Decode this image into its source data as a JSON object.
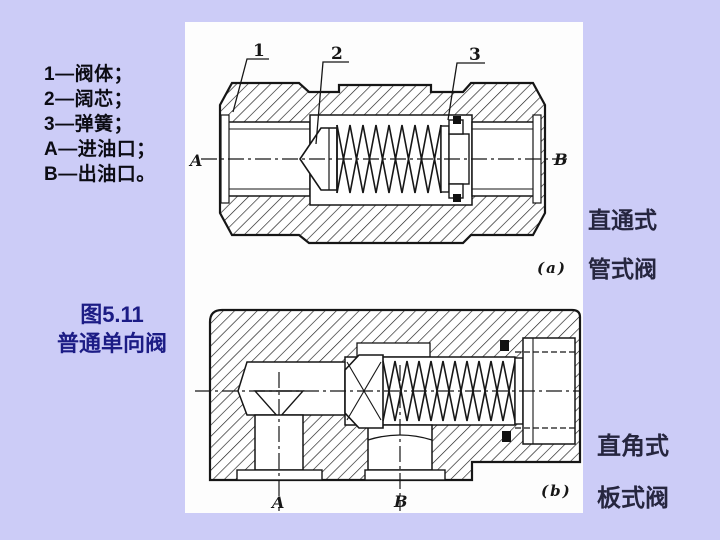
{
  "colors": {
    "background": "#ccccf7",
    "panel": "#fdfdfd",
    "drawing_ink": "#161616",
    "legend_text": "#0c0c14",
    "caption_text": "#1c1c85",
    "type_label_text": "#26263f"
  },
  "legend": {
    "lines": [
      "1—阀体；",
      "2—阔芯；",
      "3—弹簧；",
      "A—进油口；",
      "B—出油口。"
    ]
  },
  "caption": {
    "line1": "图5.11",
    "line2": "普通单向阀"
  },
  "diagram_a": {
    "parts": [
      "1",
      "2",
      "3"
    ],
    "port_in": "A",
    "port_out": "B",
    "sublabel": "(a)"
  },
  "diagram_b": {
    "port_in": "A",
    "port_out": "B",
    "sublabel": "(b)"
  },
  "type_labels": {
    "a_line1": "直通式",
    "a_line2": "管式阀",
    "b_line1": "直角式",
    "b_line2": "板式阀"
  }
}
